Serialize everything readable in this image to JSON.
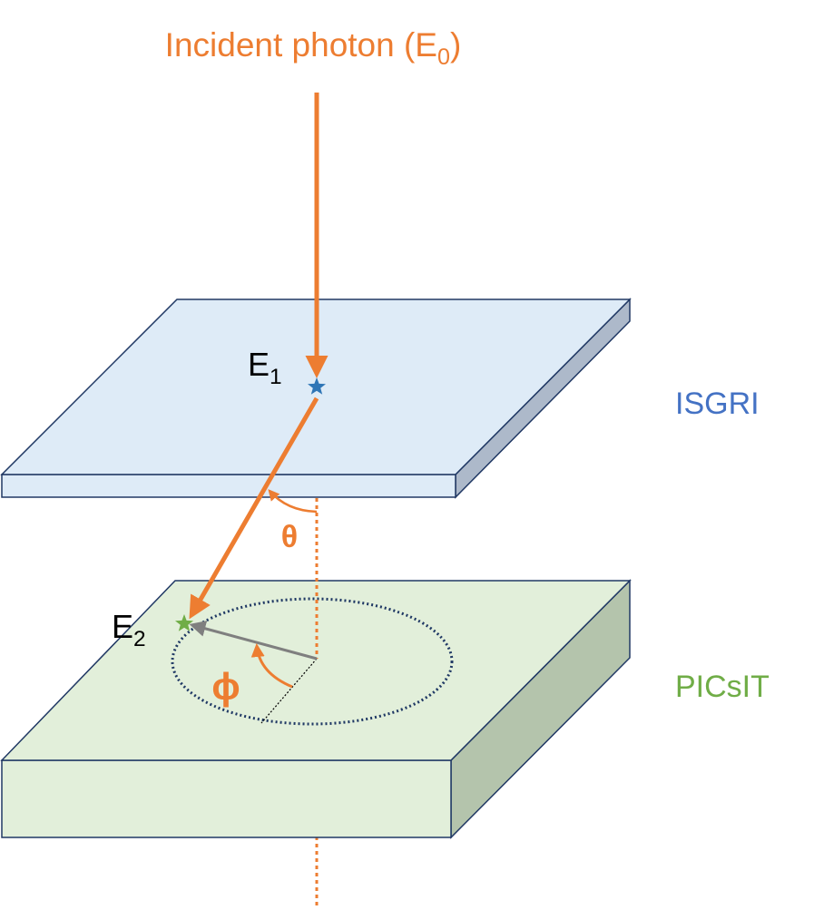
{
  "title": {
    "text": "Incident photon (E",
    "subscript": "0",
    "suffix": ")"
  },
  "labels": {
    "e1_main": "E",
    "e1_sub": "1",
    "e2_main": "E",
    "e2_sub": "2",
    "theta": "θ",
    "phi": "ϕ",
    "isgri": "ISGRI",
    "picsit": "PICsIT"
  },
  "colors": {
    "photon": "#ED7D31",
    "isgri_top": "#DEEBF7",
    "isgri_side": "#ADB9CA",
    "picsit_top": "#E2EFDA",
    "picsit_side": "#B4C4AC",
    "outline": "#203864",
    "star_e1": "#2E75B6",
    "star_e2": "#70AD47",
    "isgri_label": "#4472C4",
    "picsit_label": "#70AD47",
    "projection": "#7F7F7F",
    "ring": "#1F3864"
  }
}
